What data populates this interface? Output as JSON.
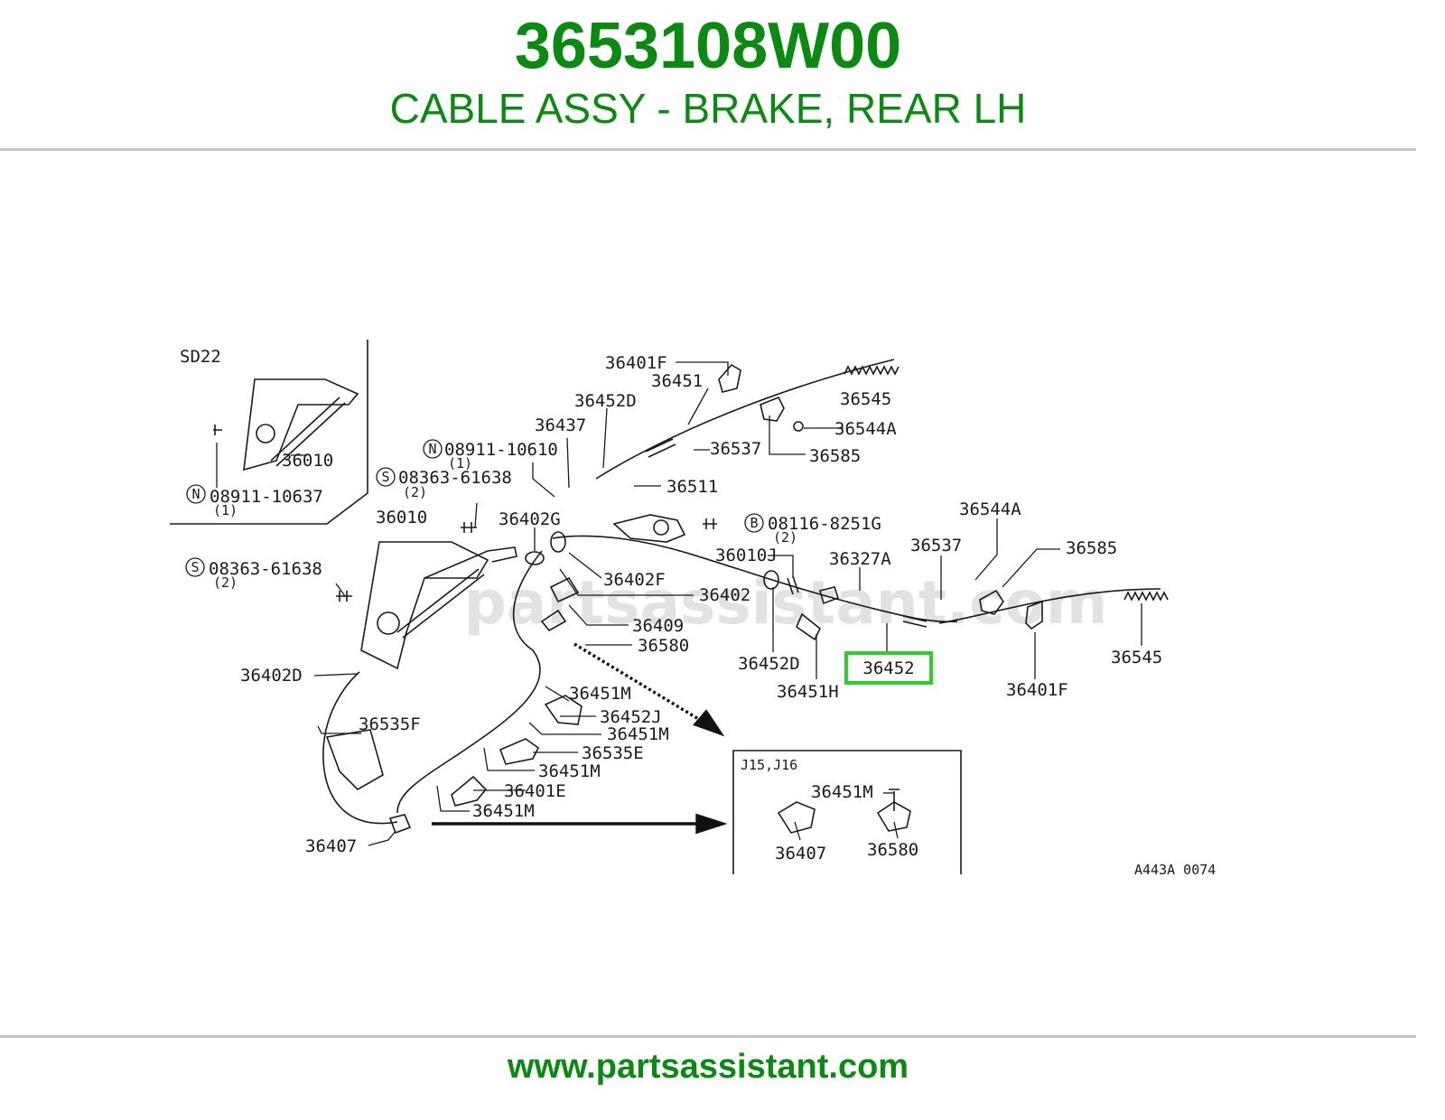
{
  "header": {
    "part_number": "3653108W00",
    "description": "CABLE ASSY - BRAKE, REAR LH"
  },
  "footer": {
    "url": "www.partsassistant.com"
  },
  "diagram": {
    "watermark": "partsassistant.com",
    "figure_code": "A443A 0074",
    "inset_sd22": {
      "title": "SD22",
      "labels": [
        "36010",
        "08911-10637",
        "(1)"
      ]
    },
    "inset_j15": {
      "title": "J15,J16",
      "labels": [
        "36451M",
        "36407",
        "36580"
      ]
    },
    "highlighted_part": "36452",
    "labels": {
      "l_36401f_top": "36401F",
      "l_36451": "36451",
      "l_36452d_top": "36452D",
      "l_36545_top": "36545",
      "l_36544a_top": "36544A",
      "l_36437": "36437",
      "l_36537_top": "36537",
      "l_36585_top": "36585",
      "l_08911_10610": "08911-10610",
      "l_08911_qty": "(1)",
      "l_08363_a": "08363-61638",
      "l_08363_a_qty": "(2)",
      "l_36511": "36511",
      "l_36010": "36010",
      "l_36402g": "36402G",
      "l_08116": "08116-8251G",
      "l_08116_qty": "(2)",
      "l_36544a_right": "36544A",
      "l_08363_b": "08363-61638",
      "l_08363_b_qty": "(2)",
      "l_36402f": "36402F",
      "l_36010j": "36010J",
      "l_36327a": "36327A",
      "l_36537_right": "36537",
      "l_36585_right": "36585",
      "l_36402": "36402",
      "l_36409": "36409",
      "l_36580": "36580",
      "l_36452d_low": "36452D",
      "l_36451h": "36451H",
      "l_36545_right": "36545",
      "l_36401f_right": "36401F",
      "l_36402d": "36402D",
      "l_36451m_a": "36451M",
      "l_36452j": "36452J",
      "l_36451m_b": "36451M",
      "l_36535f": "36535F",
      "l_36535e": "36535E",
      "l_36451m_c": "36451M",
      "l_36401e": "36401E",
      "l_36451m_d": "36451M",
      "l_36407": "36407"
    },
    "prefix_marks": {
      "n1": "N",
      "s1": "S",
      "s2": "S",
      "b1": "B",
      "n2": "N"
    }
  }
}
